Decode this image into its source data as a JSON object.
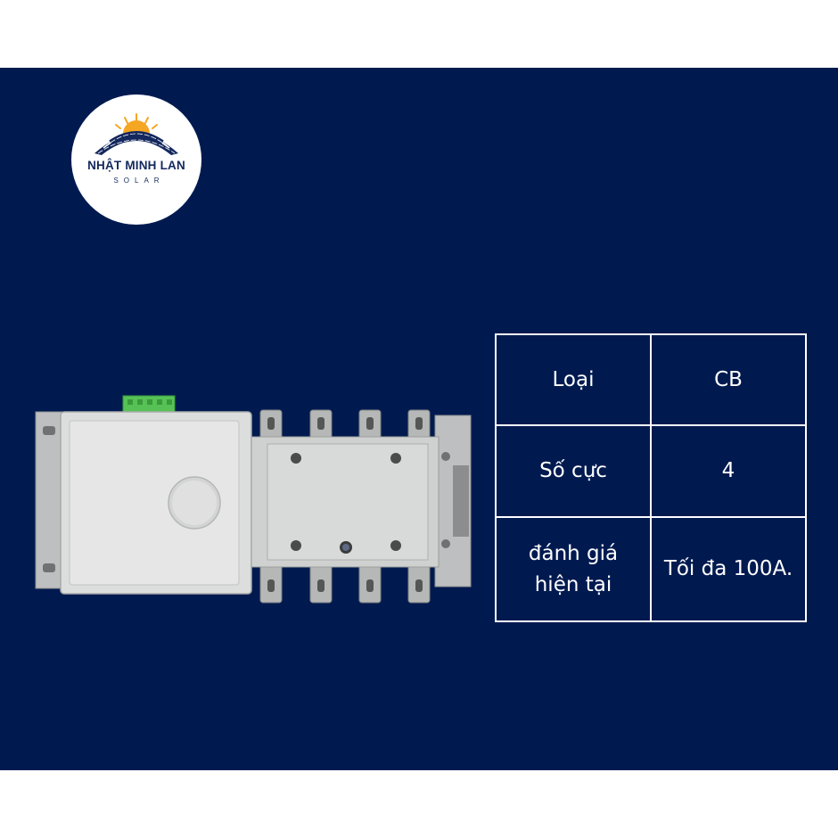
{
  "brand": {
    "name": "NHẬT MINH LAN",
    "subtitle": "SOLAR",
    "colors": {
      "navy": "#14285e",
      "sun": "#f5a623"
    }
  },
  "product": {
    "icon": "circuit-breaker-switch-image"
  },
  "spec_table": {
    "rows": [
      {
        "label": "Loại",
        "value": "CB"
      },
      {
        "label": "Số cực",
        "value": "4"
      },
      {
        "label": "đánh giá hiện tại",
        "value": "Tối đa 100A."
      }
    ]
  },
  "colors": {
    "background": "#001a50",
    "page": "#ffffff",
    "text": "#ffffff"
  }
}
